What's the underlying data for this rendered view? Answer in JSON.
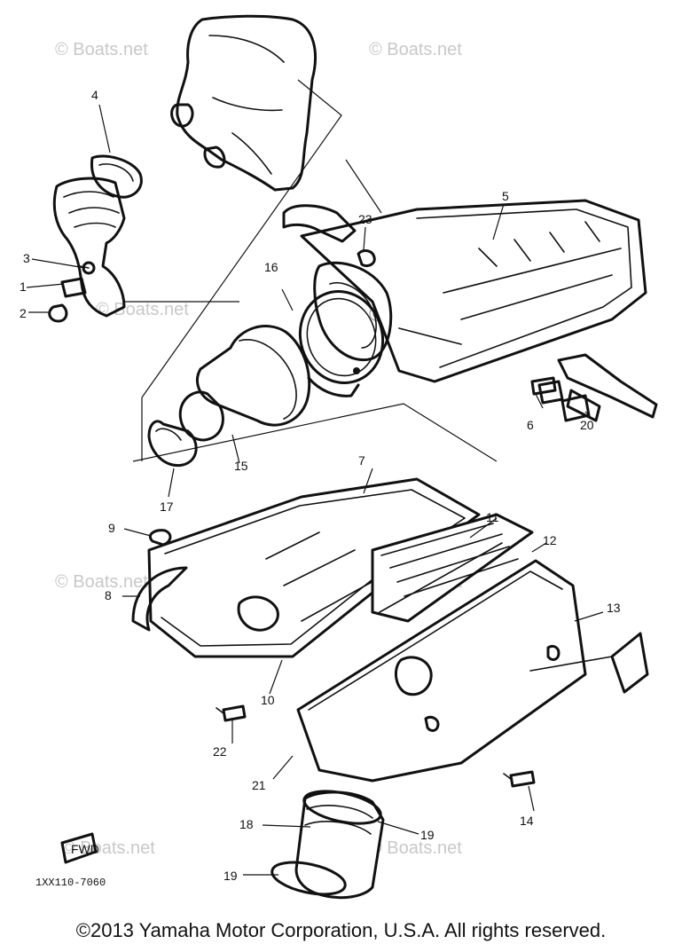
{
  "watermark": "© Boats.net",
  "diagram_code": "1XX110-7060",
  "fwd_label": "FWD",
  "copyright": "©2013 Yamaha Motor Corporation, U.S.A. All rights reserved.",
  "callouts": {
    "c1": "1",
    "c2": "2",
    "c3": "3",
    "c4": "4",
    "c5": "5",
    "c6": "6",
    "c7": "7",
    "c8": "8",
    "c9": "9",
    "c10": "10",
    "c11": "11",
    "c12": "12",
    "c13": "13",
    "c14": "14",
    "c15": "15",
    "c16": "16",
    "c17": "17",
    "c18": "18",
    "c19a": "19",
    "c19b": "19",
    "c20": "20",
    "c21": "21",
    "c22": "22",
    "c23": "23"
  }
}
